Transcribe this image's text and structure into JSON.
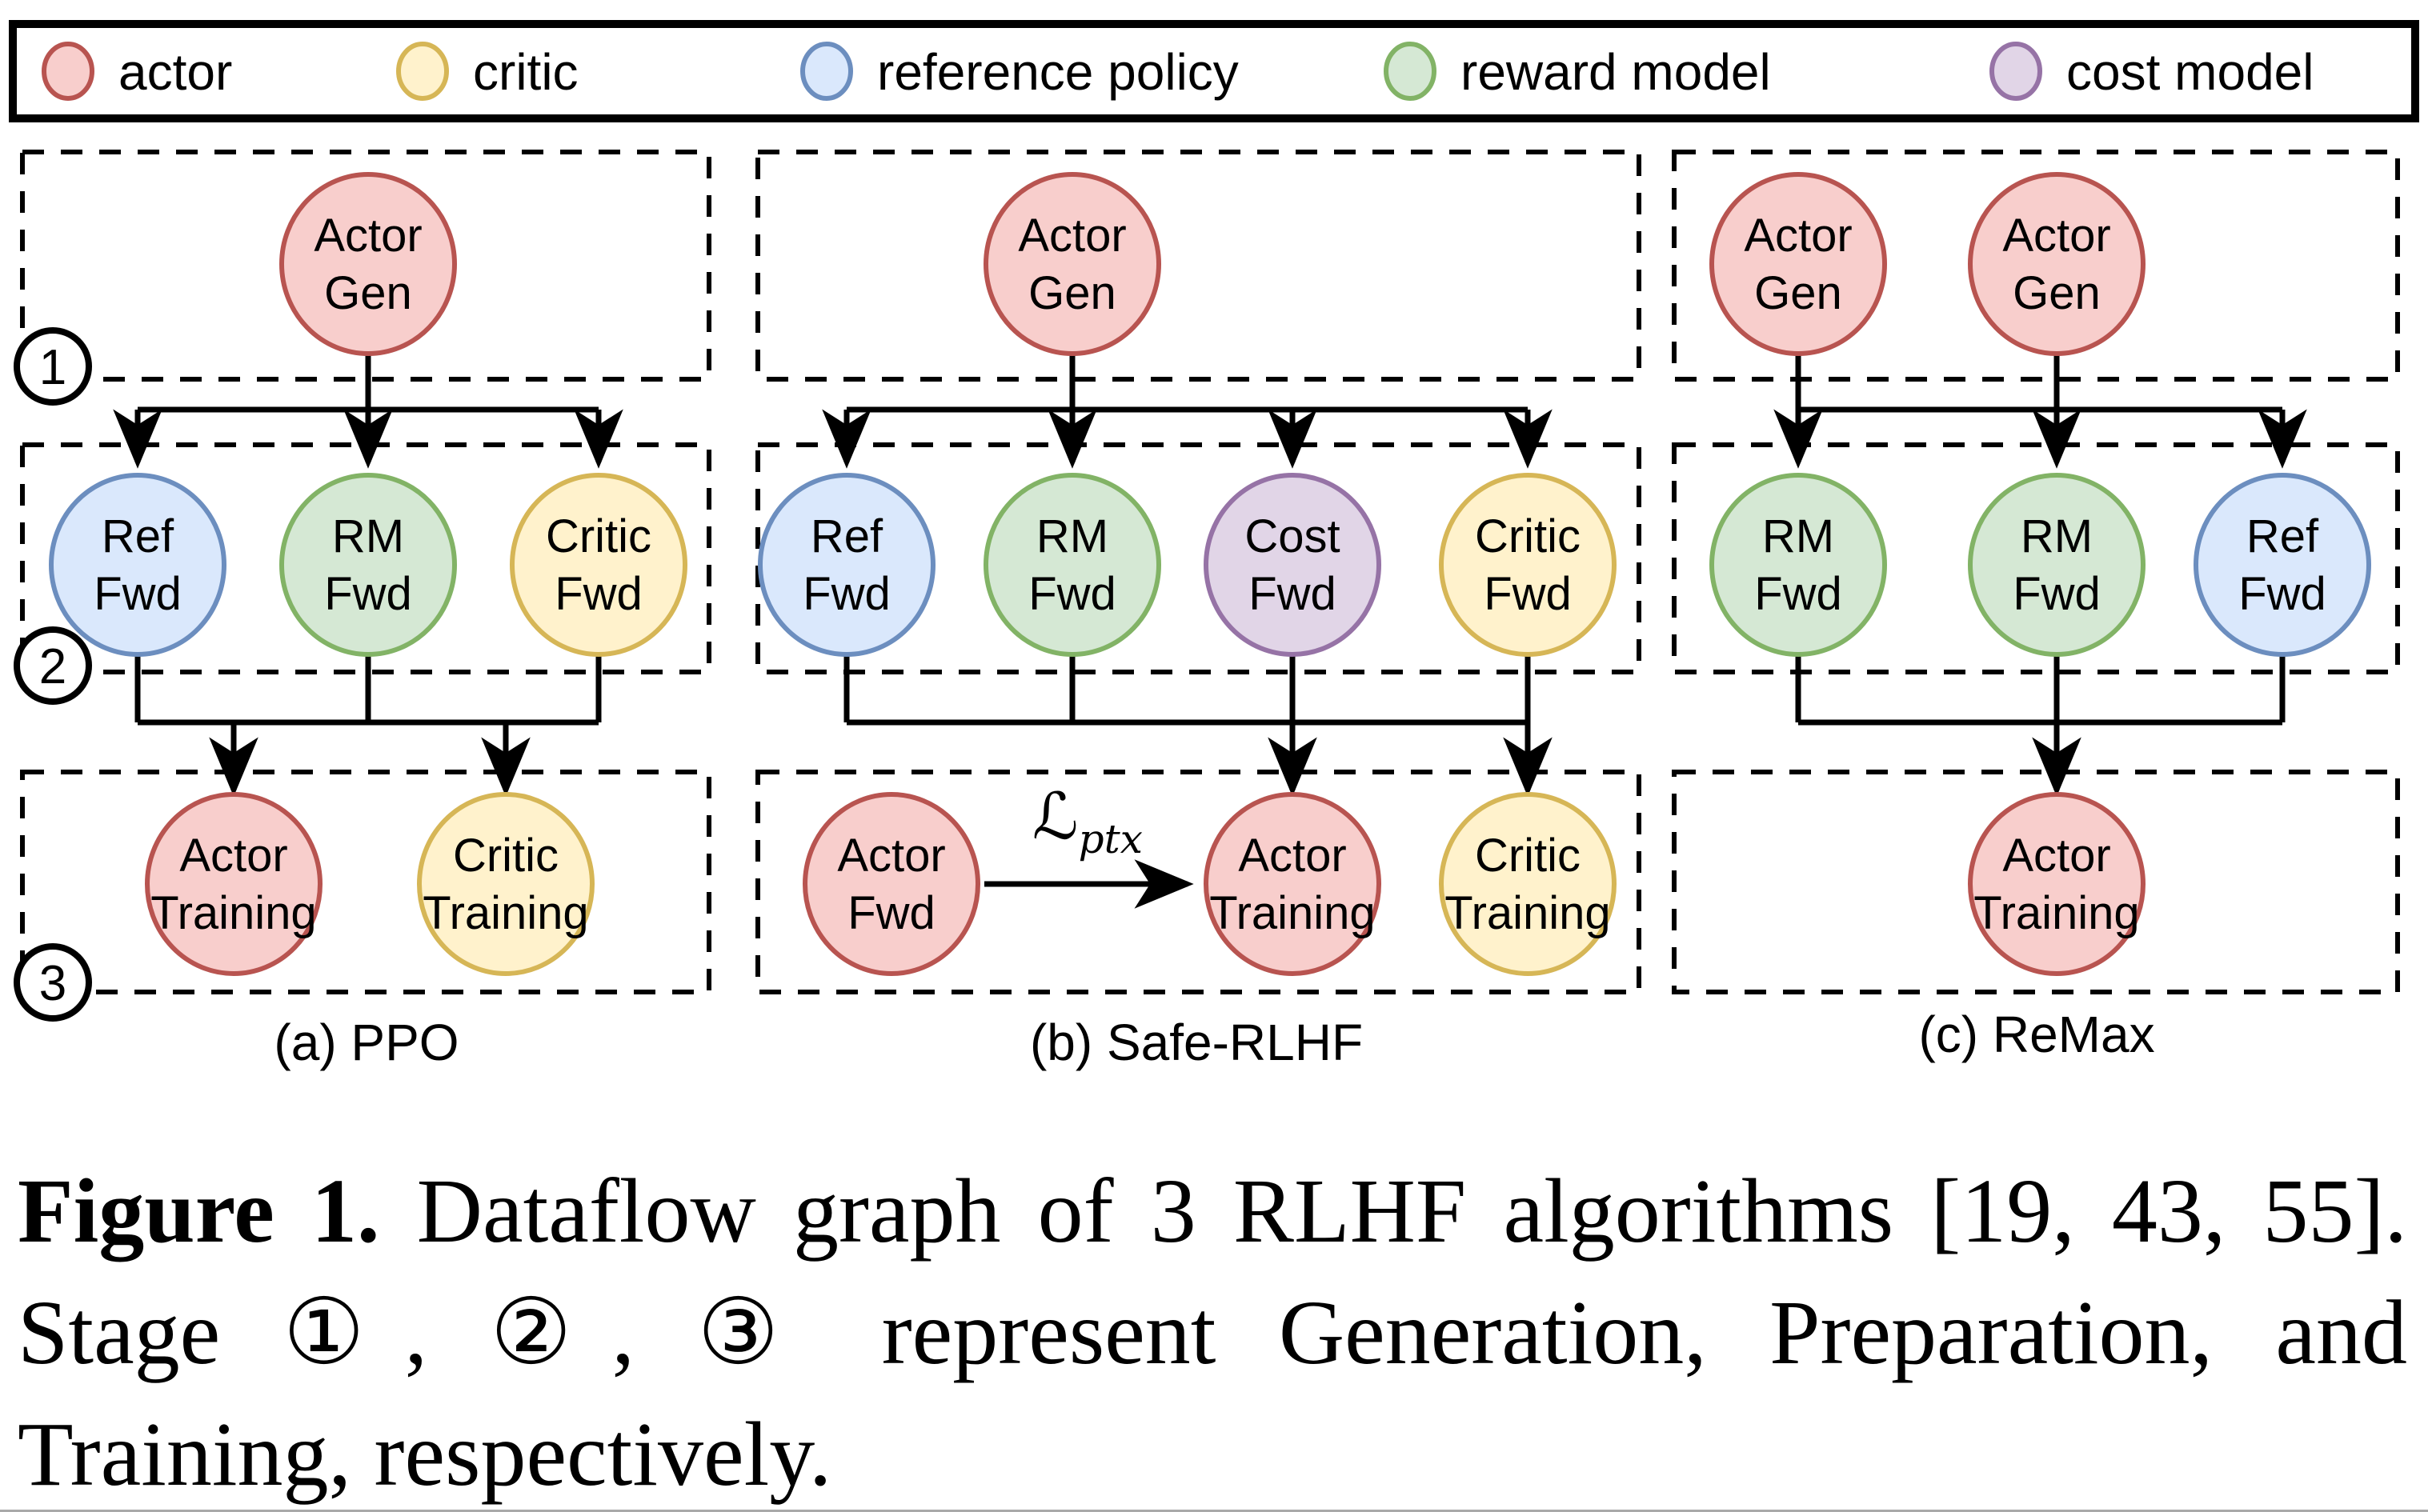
{
  "colors": {
    "actor-fill": "#f8cecc",
    "actor-stroke": "#b85450",
    "critic-fill": "#fff2cc",
    "critic-stroke": "#d6b656",
    "ref-fill": "#dae8fc",
    "ref-stroke": "#6c8ebf",
    "reward-fill": "#d5e8d4",
    "reward-stroke": "#82b366",
    "cost-fill": "#e1d5e7",
    "cost-stroke": "#9673a6",
    "edge": "#000000"
  },
  "legend": {
    "items": [
      {
        "label": "actor"
      },
      {
        "label": "critic"
      },
      {
        "label": "reference policy"
      },
      {
        "label": "reward model"
      },
      {
        "label": "cost model"
      }
    ]
  },
  "stage_badges": {
    "s1": "1",
    "s2": "2",
    "s3": "3"
  },
  "panels": {
    "a": {
      "caption": "(a) PPO",
      "nodes": {
        "actor_gen": {
          "l1": "Actor",
          "l2": "Gen"
        },
        "ref_fwd": {
          "l1": "Ref",
          "l2": "Fwd"
        },
        "rm_fwd": {
          "l1": "RM",
          "l2": "Fwd"
        },
        "critic_fwd": {
          "l1": "Critic",
          "l2": "Fwd"
        },
        "actor_training": {
          "l1": "Actor",
          "l2": "Training"
        },
        "critic_training": {
          "l1": "Critic",
          "l2": "Training"
        }
      }
    },
    "b": {
      "caption": "(b) Safe-RLHF",
      "loss_main": "ℒ",
      "loss_sub": "ptx",
      "nodes": {
        "actor_gen": {
          "l1": "Actor",
          "l2": "Gen"
        },
        "ref_fwd": {
          "l1": "Ref",
          "l2": "Fwd"
        },
        "rm_fwd": {
          "l1": "RM",
          "l2": "Fwd"
        },
        "cost_fwd": {
          "l1": "Cost",
          "l2": "Fwd"
        },
        "critic_fwd": {
          "l1": "Critic",
          "l2": "Fwd"
        },
        "actor_fwd": {
          "l1": "Actor",
          "l2": "Fwd"
        },
        "actor_training": {
          "l1": "Actor",
          "l2": "Training"
        },
        "critic_training": {
          "l1": "Critic",
          "l2": "Training"
        }
      }
    },
    "c": {
      "caption": "(c) ReMax",
      "nodes": {
        "actor_gen1": {
          "l1": "Actor",
          "l2": "Gen"
        },
        "actor_gen2": {
          "l1": "Actor",
          "l2": "Gen"
        },
        "rm_fwd1": {
          "l1": "RM",
          "l2": "Fwd"
        },
        "rm_fwd2": {
          "l1": "RM",
          "l2": "Fwd"
        },
        "ref_fwd": {
          "l1": "Ref",
          "l2": "Fwd"
        },
        "actor_training": {
          "l1": "Actor",
          "l2": "Training"
        }
      }
    }
  },
  "caption": {
    "line1_bold": "Figure 1.",
    "line1_rest": " Dataflow graph of 3 RLHF algorithms [19, 43, 55].",
    "line2": "Stage ①, ②, ③ represent Generation, Preparation, and",
    "line3": "Training, respectively."
  }
}
